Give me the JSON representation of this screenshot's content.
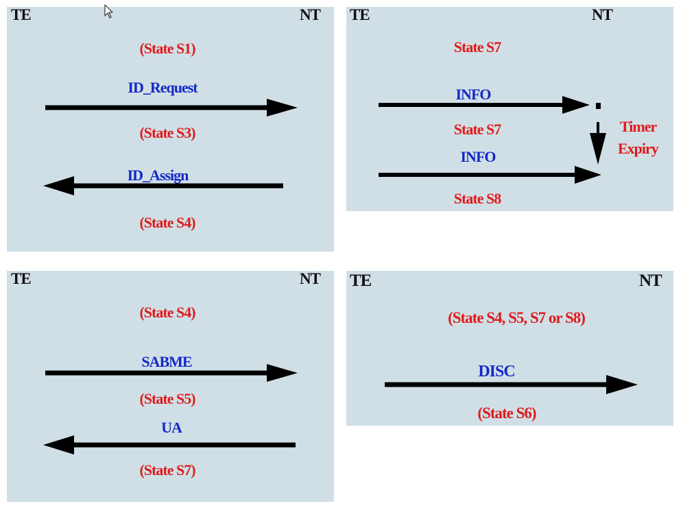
{
  "panels": {
    "p1": {
      "te": "TE",
      "nt": "NT",
      "state_a": "(State S1)",
      "msg_1": "ID_Request",
      "state_b": "(State S3)",
      "msg_2": "ID_Assign",
      "state_c": "(State S4)"
    },
    "p2": {
      "te": "TE",
      "nt": "NT",
      "state_a": "State S7",
      "msg_1": "INFO",
      "state_b": "State S7",
      "msg_2": "INFO",
      "state_c": "State S8",
      "timer_line1": "Timer",
      "timer_line2": "Expiry"
    },
    "p3": {
      "te": "TE",
      "nt": "NT",
      "state_a": "(State S4)",
      "msg_1": "SABME",
      "state_b": "(State S5)",
      "msg_2": "UA",
      "state_c": "(State S7)"
    },
    "p4": {
      "te": "TE",
      "nt": "NT",
      "state_a": "(State S4, S5, S7 or S8)",
      "msg_1": "DISC",
      "state_b": "(State S6)"
    }
  },
  "colors": {
    "panel_bg": "#d0dfe6",
    "state_text": "#e01b1b",
    "message_text": "#1428c8",
    "entity_text": "#111111",
    "arrow": "#000000"
  },
  "icons": {
    "cursor": "mouse-pointer-icon"
  }
}
